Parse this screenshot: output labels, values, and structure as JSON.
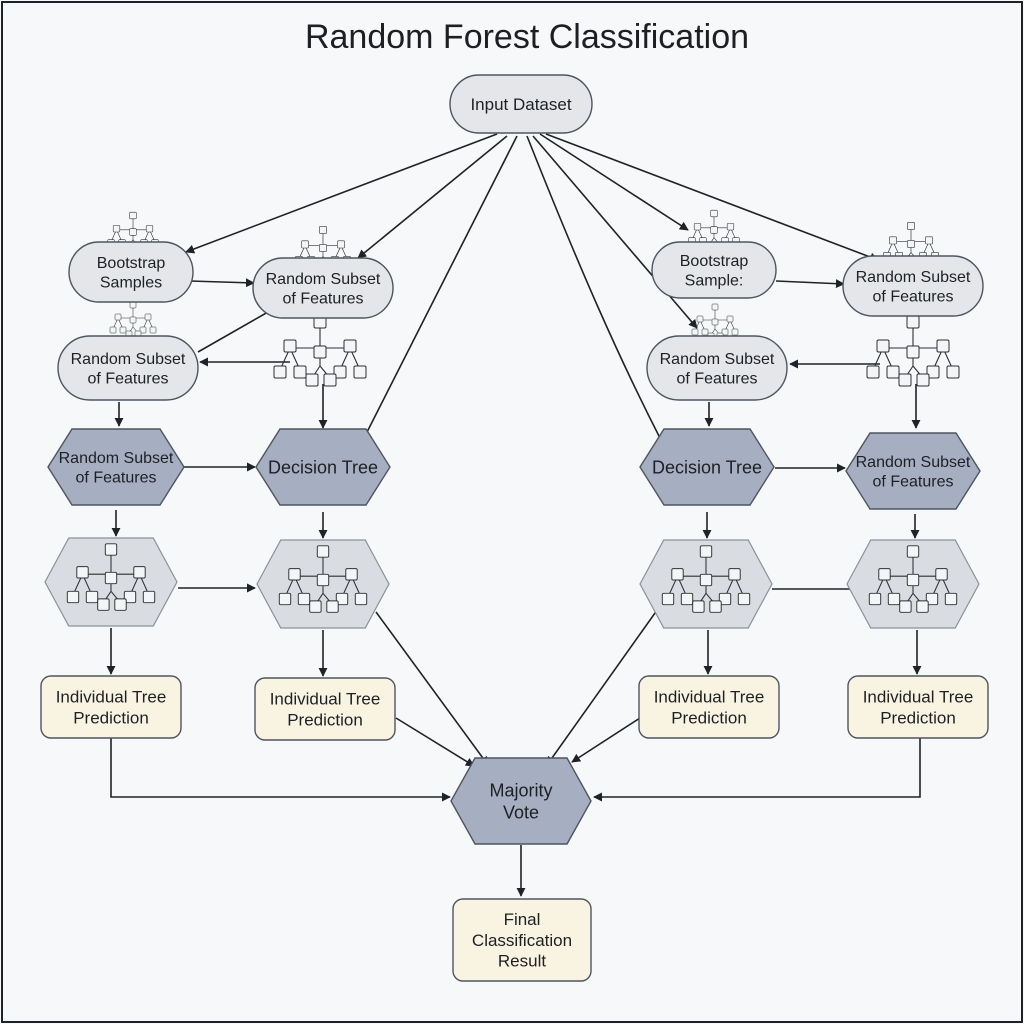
{
  "title": "Random Forest Classification",
  "colors": {
    "background": "#f7f8f9",
    "light_node": "#e4e6e9",
    "dark_node": "#a6afc2",
    "tree_hex": "#d9dde2",
    "prediction_box": "#f9f3e2",
    "stroke": "#4e5560",
    "arrow": "#1f2226"
  },
  "nodes": {
    "input": {
      "lines": [
        "Input Dataset"
      ]
    },
    "bootstrap_left": {
      "lines": [
        "Bootstrap",
        "Samples"
      ]
    },
    "subset_top_left": {
      "lines": [
        "Random Subset",
        "of Features"
      ]
    },
    "subset_mid_left": {
      "lines": [
        "Random Subset",
        "of Features"
      ]
    },
    "bootstrap_right": {
      "lines": [
        "Bootstrap",
        "Sample:"
      ]
    },
    "subset_top_right": {
      "lines": [
        "Random Subset",
        "of Features"
      ]
    },
    "subset_mid_right": {
      "lines": [
        "Random Subset",
        "of Features"
      ]
    },
    "subset_dark_left": {
      "lines": [
        "Random Subset",
        "of Features"
      ]
    },
    "decision_tree_1": {
      "lines": [
        "Decision Tree"
      ]
    },
    "decision_tree_2": {
      "lines": [
        "Decision Tree"
      ]
    },
    "subset_dark_right": {
      "lines": [
        "Random Subset",
        "of Features"
      ]
    },
    "prediction_1": {
      "lines": [
        "Individual Tree",
        "Prediction"
      ]
    },
    "prediction_2": {
      "lines": [
        "Individual Tree",
        "Prediction"
      ]
    },
    "prediction_3": {
      "lines": [
        "Individual Tree",
        "Prediction"
      ]
    },
    "prediction_4": {
      "lines": [
        "Individual Tree",
        "Prediction"
      ]
    },
    "majority_vote": {
      "lines": [
        "Majority",
        "Vote"
      ]
    },
    "final_result": {
      "lines": [
        "Final",
        "Classification",
        "Result"
      ]
    }
  }
}
